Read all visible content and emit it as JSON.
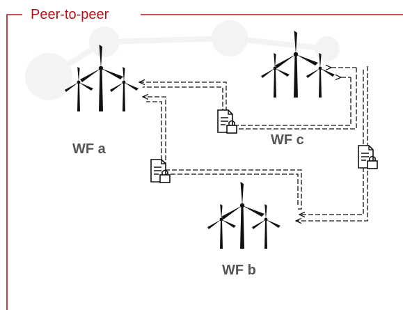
{
  "frame": {
    "title": "Peer-to-peer",
    "border_color": "#b5121b"
  },
  "farms": [
    {
      "id": "a",
      "label": "WF a"
    },
    {
      "id": "b",
      "label": "WF b"
    },
    {
      "id": "c",
      "label": "WF c"
    }
  ],
  "links": [
    {
      "from": "c",
      "to": "a",
      "icon": "locked-document-icon"
    },
    {
      "from": "b",
      "to": "a",
      "icon": "locked-document-icon"
    },
    {
      "from": "b",
      "to": "c",
      "icon": "locked-document-icon"
    }
  ],
  "icons": {
    "farm": "wind-turbines-icon",
    "document": "locked-document-icon"
  }
}
